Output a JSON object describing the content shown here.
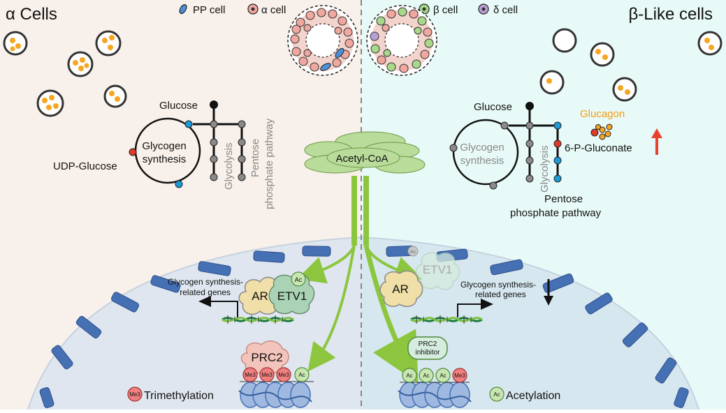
{
  "left_panel": {
    "title": "α Cells",
    "legend": {
      "pp_cell": "PP cell",
      "alpha_cell": "α cell"
    },
    "pathway": {
      "glucose": "Glucose",
      "udp_glucose": "UDP-Glucose",
      "glycogen_synthesis_line1": "Glycogen",
      "glycogen_synthesis_line2": "synthesis",
      "glycolysis": "Glycolysis",
      "ppp_line1": "Pentose",
      "ppp_line2": "phosphate pathway"
    },
    "nucleus": {
      "ar": "AR",
      "etv1": "ETV1",
      "ac_marker": "Ac",
      "genes_line1": "Glycogen synthesis-",
      "genes_line2": "related genes",
      "prc2": "PRC2",
      "histone_marks": [
        "Me3",
        "Me3",
        "Me3",
        "Ac"
      ],
      "key_marker": "Me3",
      "key_label": "Trimethylation"
    }
  },
  "center": {
    "acetyl_coa": "Acetyl-CoA"
  },
  "right_panel": {
    "title": "β-Like cells",
    "legend": {
      "beta_cell": "β cell",
      "delta_cell": "δ cell"
    },
    "pathway": {
      "glucose": "Glucose",
      "glucagon": "Glucagon",
      "gluconate": "6-P-Gluconate",
      "glycogen_synthesis_line1": "Glycogen",
      "glycogen_synthesis_line2": "synthesis",
      "glycolysis": "Glycolysis",
      "ppp_line1": "Pentose",
      "ppp_line2": "phosphate pathway"
    },
    "nucleus": {
      "ar": "AR",
      "etv1": "ETV1",
      "ac_marker": "Ac",
      "genes_line1": "Glycogen synthesis-",
      "genes_line2": "related genes",
      "prc2_inhibitor_line1": "PRC2",
      "prc2_inhibitor_line2": "inhibitor",
      "histone_marks": [
        "Ac",
        "Ac",
        "Ac",
        "Me3"
      ],
      "key_marker": "Ac",
      "key_label": "Acetylation"
    }
  },
  "colors": {
    "left_bg": "#f8f0ea",
    "right_bg": "#e8faf8",
    "nucleus_fill": "#dfe6ef",
    "envelope": "#4670b4",
    "arrow_green": "#8cc63f",
    "granule": "#f5a623",
    "red_arrow": "#e8412c",
    "glucagon_text": "#f39c12",
    "node_blue": "#1b9ad6",
    "node_red": "#e03a2b",
    "node_grey": "#8a8a8a"
  }
}
